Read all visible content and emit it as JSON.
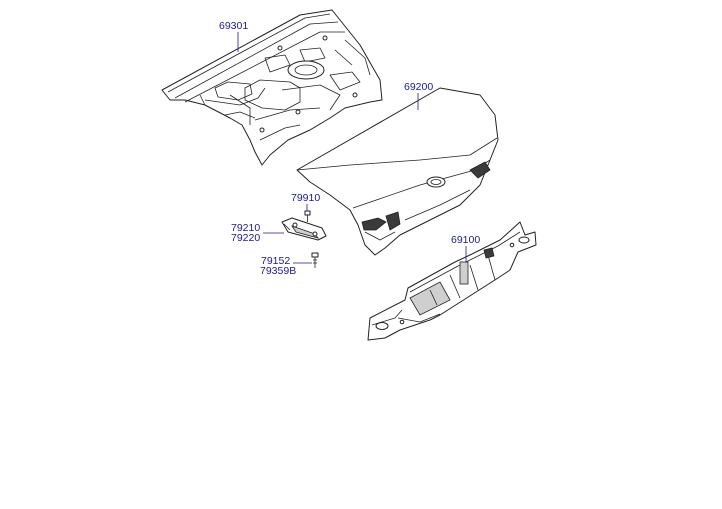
{
  "parts": [
    {
      "id": "part-69301",
      "number": "69301"
    },
    {
      "id": "part-69200",
      "number": "69200"
    },
    {
      "id": "part-79910",
      "number": "79910"
    },
    {
      "id": "part-79210",
      "number": "79210"
    },
    {
      "id": "part-79220",
      "number": "79220"
    },
    {
      "id": "part-79152",
      "number": "79152"
    },
    {
      "id": "part-79359B",
      "number": "79359B"
    },
    {
      "id": "part-69100",
      "number": "69100"
    }
  ],
  "colors": {
    "label": "#1a1a8c",
    "outline": "#222222",
    "background": "#ffffff"
  }
}
